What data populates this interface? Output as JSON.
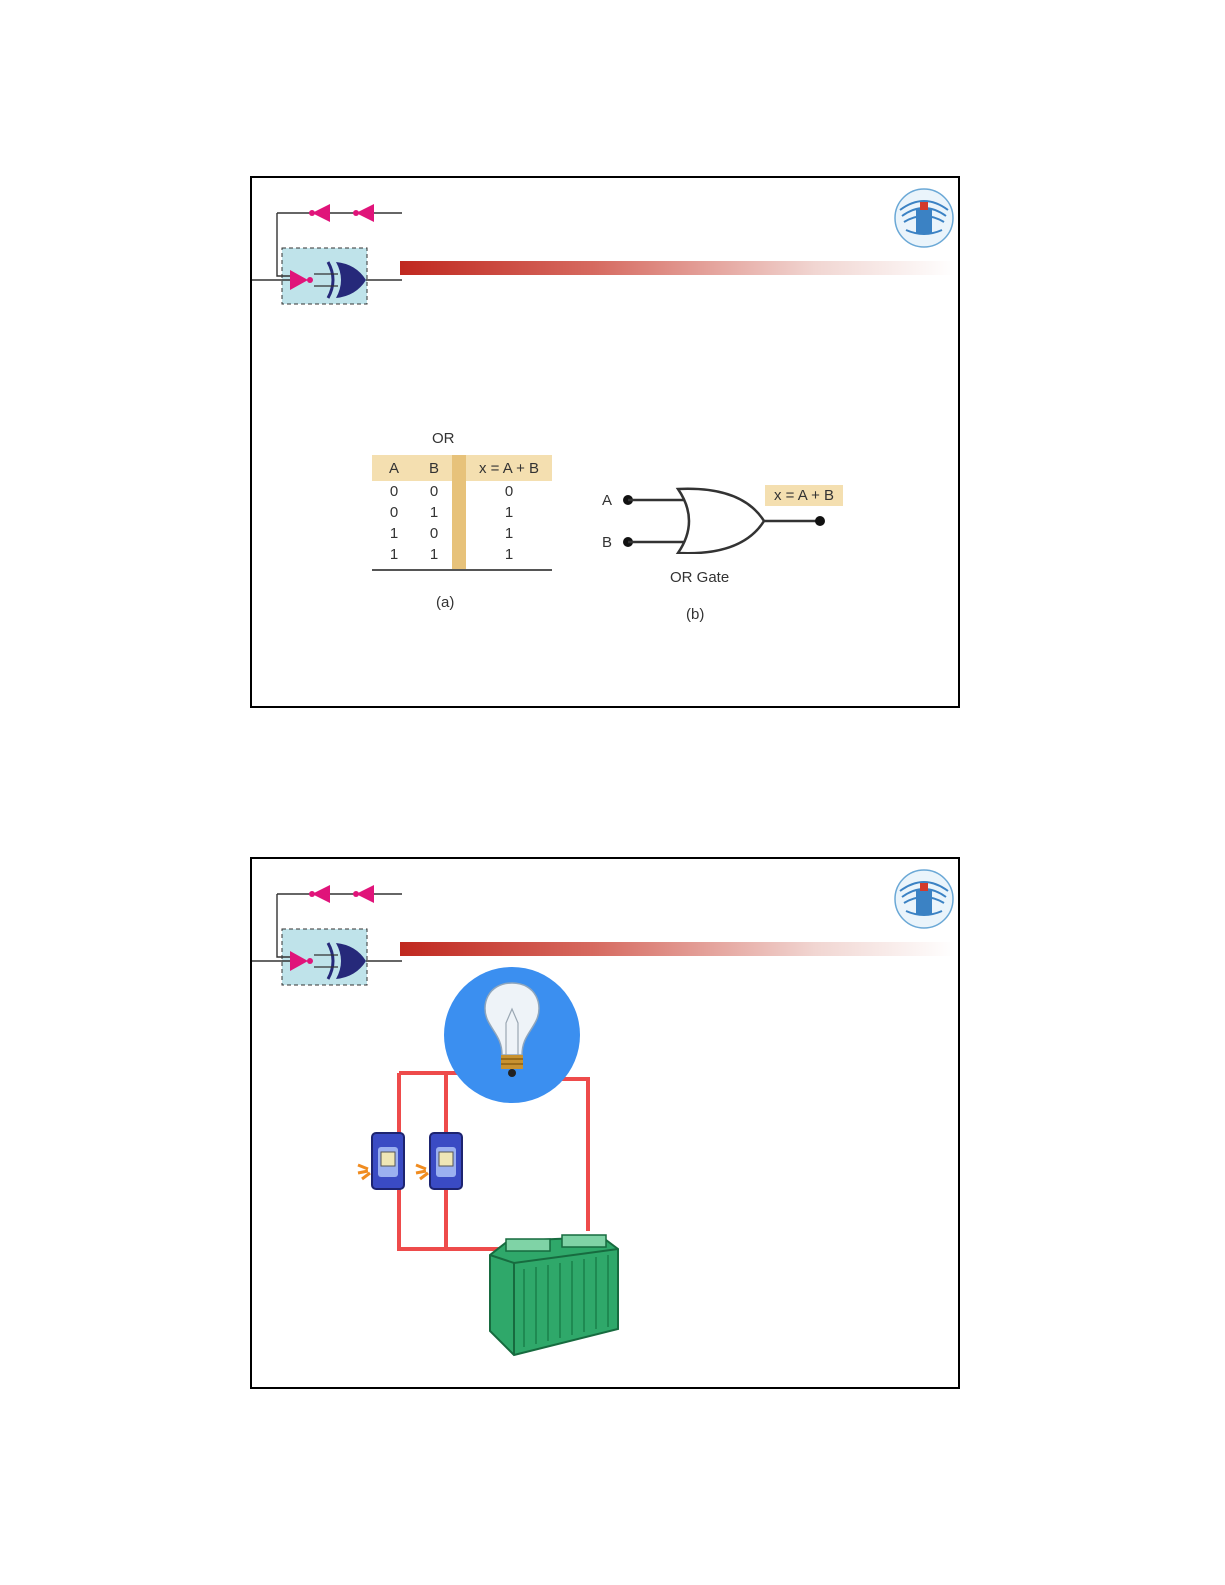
{
  "slides": [
    {
      "truth_table": {
        "title": "OR",
        "headers": [
          "A",
          "B",
          "x = A + B"
        ],
        "rows": [
          [
            "0",
            "0",
            "0"
          ],
          [
            "0",
            "1",
            "1"
          ],
          [
            "1",
            "0",
            "1"
          ],
          [
            "1",
            "1",
            "1"
          ]
        ],
        "caption": "(a)"
      },
      "gate": {
        "input_a": "A",
        "input_b": "B",
        "output_expr": "x = A + B",
        "name": "OR Gate",
        "caption": "(b)"
      }
    },
    {
      "circuit": {
        "components": [
          "light-bulb",
          "switch",
          "switch",
          "battery"
        ]
      }
    }
  ],
  "colors": {
    "banner": "#c0281f",
    "deco_pink": "#e0147a",
    "deco_box": "#bfe3ea",
    "gate_navy": "#26297a",
    "wire": "#ee4b4b",
    "bulb_bg": "#3b8ff0",
    "battery": "#2fa86a",
    "switch": "#3a4bc4",
    "highlight": "#f4dfb0"
  }
}
